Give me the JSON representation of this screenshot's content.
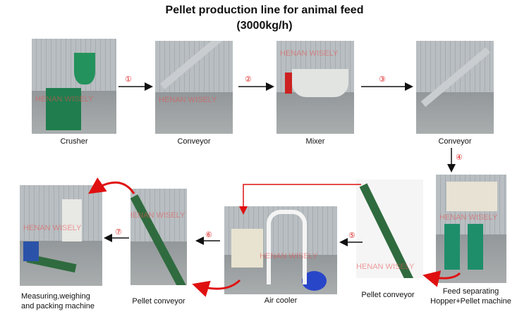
{
  "title": {
    "line1": "Pellet production line for animal feed",
    "line2": "(3000kg/h)"
  },
  "watermark": "HENAN WISELY",
  "steps": [
    "①",
    "②",
    "③",
    "④",
    "⑤",
    "⑥",
    "⑦"
  ],
  "machines": {
    "crusher": "Crusher",
    "conveyor1": "Conveyor",
    "mixer": "Mixer",
    "conveyor2": "Conveyor",
    "hopper": {
      "line1": "Feed separating",
      "line2": "Hopper+Pellet machine"
    },
    "pellet_conveyor1": "Pellet conveyor",
    "air_cooler": "Air cooler",
    "pellet_conveyor2": "Pellet conveyor",
    "packing": {
      "line1": "Measuring,weighing",
      "line2": "and packing machine"
    }
  },
  "colors": {
    "arrow": "#111111",
    "flow": "#e01010",
    "belt": "#2f6b3e",
    "machine_green": "#1e8e6a"
  }
}
